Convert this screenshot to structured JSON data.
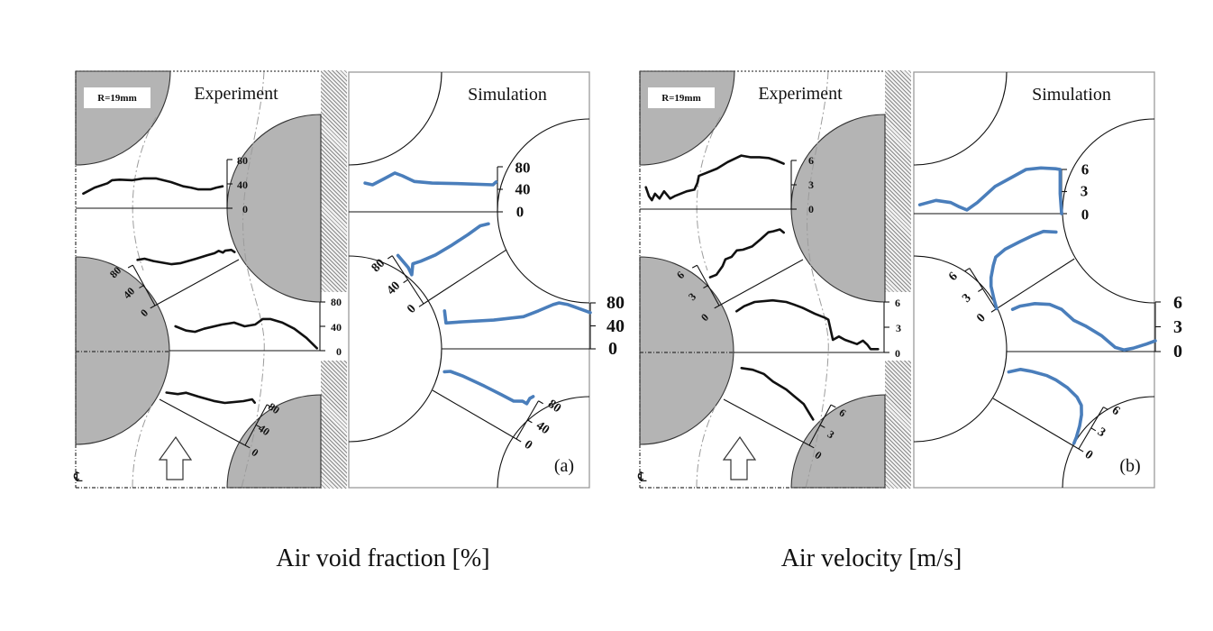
{
  "figure": {
    "panels": [
      {
        "id": "a",
        "label": "(a)",
        "caption": "Air void fraction [%]",
        "experiment_title": "Experiment",
        "simulation_title": "Simulation",
        "radius_label": "R=19mm",
        "centerline_symbol": "℄",
        "flow_direction_icon": "up-arrow-icon"
      },
      {
        "id": "b",
        "label": "(b)",
        "caption": "Air velocity [m/s]",
        "experiment_title": "Experiment",
        "simulation_title": "Simulation",
        "radius_label": "R=19mm",
        "centerline_symbol": "℄",
        "flow_direction_icon": "up-arrow-icon"
      }
    ]
  },
  "colors": {
    "experiment_curve": "#111111",
    "simulation_curve": "#4a7ebb",
    "rod_fill": "#b4b4b4",
    "axis": "#111111"
  },
  "chart_data": [
    {
      "type": "line",
      "title": "(a)",
      "caption": "Air void fraction [%]",
      "quantity": "Air void fraction",
      "unit": "%",
      "value_range": [
        0,
        80
      ],
      "tick_values": [
        0,
        40,
        80
      ],
      "tick_labels": [
        "80",
        "40",
        "0"
      ],
      "x_description": "normalized position across each inter-rod gap (0 = start of gap, 1 = end of gap)",
      "y_description": "Air void fraction [%]",
      "annotations": [
        "R=19mm",
        "Experiment",
        "Simulation"
      ],
      "series": [
        {
          "key": "experiment",
          "name": "Experiment",
          "profiles": {
            "top_gap": [
              [
                0.05,
                24
              ],
              [
                0.125,
                34
              ],
              [
                0.21,
                41
              ],
              [
                0.24,
                46
              ],
              [
                0.29,
                47
              ],
              [
                0.375,
                46
              ],
              [
                0.45,
                49
              ],
              [
                0.53,
                49
              ],
              [
                0.63,
                43
              ],
              [
                0.71,
                36
              ],
              [
                0.76,
                34
              ],
              [
                0.81,
                31
              ],
              [
                0.89,
                31
              ],
              [
                0.93,
                34
              ],
              [
                0.97,
                36
              ]
            ],
            "upper_diagonal_gap": [
              [
                0.07,
                84
              ],
              [
                0.14,
                80
              ],
              [
                0.21,
                69
              ],
              [
                0.36,
                49
              ],
              [
                0.45,
                43
              ],
              [
                0.61,
                37
              ],
              [
                0.73,
                33
              ],
              [
                0.81,
                30
              ],
              [
                0.86,
                30
              ],
              [
                0.89,
                24
              ],
              [
                0.92,
                25
              ],
              [
                0.98,
                21
              ],
              [
                1.0,
                15
              ]
            ],
            "middle_gap": [
              [
                0.04,
                40
              ],
              [
                0.11,
                33
              ],
              [
                0.17,
                31
              ],
              [
                0.23,
                36
              ],
              [
                0.35,
                43
              ],
              [
                0.43,
                46
              ],
              [
                0.5,
                40
              ],
              [
                0.57,
                43
              ],
              [
                0.62,
                52
              ],
              [
                0.67,
                52
              ],
              [
                0.75,
                46
              ],
              [
                0.83,
                36
              ],
              [
                0.91,
                21
              ],
              [
                0.98,
                4
              ]
            ],
            "lower_diagonal_gap": [
              [
                0.03,
                16
              ],
              [
                0.14,
                23
              ],
              [
                0.21,
                32
              ],
              [
                0.34,
                36
              ],
              [
                0.5,
                42
              ],
              [
                0.61,
                48
              ],
              [
                0.77,
                66
              ],
              [
                0.84,
                76
              ],
              [
                0.88,
                73
              ]
            ]
          }
        },
        {
          "key": "simulation",
          "name": "Simulation",
          "profiles": {
            "top_gap": [
              [
                0.11,
                51
              ],
              [
                0.16,
                48
              ],
              [
                0.24,
                59
              ],
              [
                0.31,
                69
              ],
              [
                0.36,
                64
              ],
              [
                0.44,
                54
              ],
              [
                0.56,
                51
              ],
              [
                0.76,
                50
              ],
              [
                0.97,
                48
              ],
              [
                0.99,
                53
              ]
            ],
            "upper_diagonal_gap": [
              [
                0.05,
                76
              ],
              [
                0.07,
                54
              ],
              [
                0.06,
                43
              ],
              [
                0.13,
                55
              ],
              [
                0.21,
                52
              ],
              [
                0.37,
                48
              ],
              [
                0.55,
                47
              ],
              [
                0.76,
                47
              ],
              [
                0.91,
                48
              ],
              [
                0.99,
                44
              ]
            ],
            "middle_gap": [
              [
                0.02,
                66
              ],
              [
                0.03,
                45
              ],
              [
                0.14,
                47
              ],
              [
                0.35,
                50
              ],
              [
                0.55,
                56
              ],
              [
                0.65,
                66
              ],
              [
                0.75,
                77
              ],
              [
                0.79,
                80
              ],
              [
                0.85,
                77
              ],
              [
                1.0,
                63
              ]
            ],
            "lower_diagonal_gap": [
              [
                0.01,
                40
              ],
              [
                0.06,
                46
              ],
              [
                0.19,
                50
              ],
              [
                0.44,
                54
              ],
              [
                0.64,
                56
              ],
              [
                0.78,
                57
              ],
              [
                0.86,
                65
              ],
              [
                0.91,
                65
              ],
              [
                0.91,
                76
              ],
              [
                0.93,
                82
              ]
            ]
          }
        }
      ]
    },
    {
      "type": "line",
      "title": "(b)",
      "caption": "Air velocity [m/s]",
      "quantity": "Air velocity",
      "unit": "m/s",
      "value_range": [
        0,
        6
      ],
      "tick_values": [
        0,
        3,
        6
      ],
      "tick_labels": [
        "6",
        "3",
        "0"
      ],
      "x_description": "normalized position across each inter-rod gap (0 = start of gap, 1 = end of gap)",
      "y_description": "Air velocity [m/s]",
      "annotations": [
        "R=19mm",
        "Experiment",
        "Simulation"
      ],
      "series": [
        {
          "key": "experiment",
          "name": "Experiment",
          "profiles": {
            "top_gap": [
              [
                0.04,
                2.7
              ],
              [
                0.06,
                1.6
              ],
              [
                0.08,
                1.1
              ],
              [
                0.1,
                1.9
              ],
              [
                0.13,
                1.3
              ],
              [
                0.16,
                2.2
              ],
              [
                0.2,
                1.3
              ],
              [
                0.23,
                1.6
              ],
              [
                0.31,
                2.2
              ],
              [
                0.36,
                2.4
              ],
              [
                0.38,
                3.2
              ],
              [
                0.39,
                4.1
              ],
              [
                0.43,
                4.4
              ],
              [
                0.51,
                5.0
              ],
              [
                0.58,
                5.8
              ],
              [
                0.67,
                6.6
              ],
              [
                0.73,
                6.4
              ],
              [
                0.79,
                6.4
              ],
              [
                0.85,
                6.3
              ],
              [
                0.9,
                6.0
              ],
              [
                0.95,
                5.6
              ]
            ],
            "upper_diagonal_gap": [
              [
                0.06,
                3.8
              ],
              [
                0.13,
                3.7
              ],
              [
                0.23,
                4.3
              ],
              [
                0.29,
                4.9
              ],
              [
                0.36,
                4.8
              ],
              [
                0.44,
                5.2
              ],
              [
                0.5,
                4.9
              ],
              [
                0.6,
                4.7
              ],
              [
                0.72,
                5.0
              ],
              [
                0.82,
                5.3
              ],
              [
                0.87,
                5.1
              ],
              [
                0.94,
                4.9
              ],
              [
                0.96,
                4.3
              ]
            ],
            "middle_gap": [
              [
                0.02,
                4.9
              ],
              [
                0.07,
                5.5
              ],
              [
                0.14,
                6.0
              ],
              [
                0.26,
                6.2
              ],
              [
                0.35,
                6.0
              ],
              [
                0.4,
                5.7
              ],
              [
                0.46,
                5.3
              ],
              [
                0.54,
                4.6
              ],
              [
                0.61,
                4.1
              ],
              [
                0.63,
                3.9
              ],
              [
                0.66,
                1.5
              ],
              [
                0.7,
                1.9
              ],
              [
                0.74,
                1.5
              ],
              [
                0.82,
                1.0
              ],
              [
                0.86,
                1.4
              ],
              [
                0.89,
                0.9
              ],
              [
                0.91,
                0.4
              ],
              [
                0.96,
                0.4
              ]
            ],
            "lower_diagonal_gap": [
              [
                0.01,
                4.7
              ],
              [
                0.12,
                5.2
              ],
              [
                0.24,
                5.4
              ],
              [
                0.36,
                5.1
              ],
              [
                0.52,
                5.0
              ],
              [
                0.63,
                4.7
              ],
              [
                0.75,
                4.4
              ],
              [
                0.83,
                3.8
              ],
              [
                0.91,
                3.2
              ]
            ]
          }
        },
        {
          "key": "simulation",
          "name": "Simulation",
          "profiles": {
            "top_gap": [
              [
                0.04,
                1.2
              ],
              [
                0.15,
                1.8
              ],
              [
                0.25,
                1.5
              ],
              [
                0.31,
                0.9
              ],
              [
                0.36,
                0.5
              ],
              [
                0.43,
                1.5
              ],
              [
                0.55,
                3.7
              ],
              [
                0.66,
                4.9
              ],
              [
                0.76,
                6.0
              ],
              [
                0.86,
                6.2
              ],
              [
                0.96,
                6.1
              ],
              [
                0.99,
                6.0
              ],
              [
                0.99,
                2.7
              ],
              [
                1.0,
                0.0
              ]
            ],
            "upper_diagonal_gap": [
              [
                0.99,
                4.0
              ],
              [
                0.88,
                4.9
              ],
              [
                0.75,
                5.2
              ],
              [
                0.61,
                5.4
              ],
              [
                0.43,
                5.6
              ],
              [
                0.3,
                5.4
              ],
              [
                0.23,
                4.7
              ],
              [
                0.14,
                3.6
              ],
              [
                0.09,
                2.7
              ],
              [
                0.04,
                1.1
              ],
              [
                0.01,
                0.0
              ]
            ],
            "middle_gap": [
              [
                0.04,
                5.1
              ],
              [
                0.09,
                5.5
              ],
              [
                0.19,
                5.8
              ],
              [
                0.29,
                5.7
              ],
              [
                0.37,
                5.1
              ],
              [
                0.45,
                3.8
              ],
              [
                0.53,
                3.1
              ],
              [
                0.64,
                1.9
              ],
              [
                0.73,
                0.5
              ],
              [
                0.79,
                0.2
              ],
              [
                0.85,
                0.4
              ],
              [
                0.94,
                0.9
              ],
              [
                1.0,
                1.3
              ]
            ],
            "lower_diagonal_gap": [
              [
                0.0,
                3.8
              ],
              [
                0.09,
                4.8
              ],
              [
                0.2,
                5.3
              ],
              [
                0.35,
                5.8
              ],
              [
                0.45,
                5.9
              ],
              [
                0.59,
                5.8
              ],
              [
                0.72,
                5.4
              ],
              [
                0.8,
                4.8
              ],
              [
                0.85,
                3.8
              ],
              [
                0.89,
                2.5
              ],
              [
                0.92,
                1.1
              ],
              [
                0.93,
                0.3
              ]
            ]
          }
        }
      ]
    }
  ]
}
